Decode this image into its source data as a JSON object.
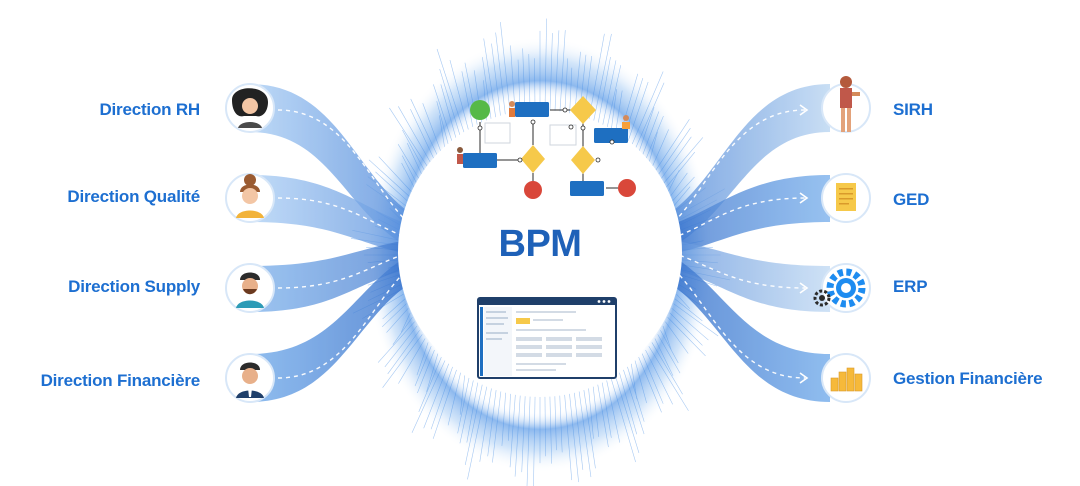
{
  "center": {
    "title": "BPM"
  },
  "sources": [
    {
      "label": "Direction RH",
      "icon": "woman-dark-hair-avatar-icon"
    },
    {
      "label": "Direction Qualité",
      "icon": "woman-bun-avatar-icon"
    },
    {
      "label": "Direction Supply",
      "icon": "man-beard-avatar-icon"
    },
    {
      "label": "Direction Financière",
      "icon": "man-suit-avatar-icon"
    }
  ],
  "targets": [
    {
      "label": "SIRH",
      "icon": "person-presenting-icon"
    },
    {
      "label": "GED",
      "icon": "document-icon"
    },
    {
      "label": "ERP",
      "icon": "gears-icon"
    },
    {
      "label": "Gestion Financière",
      "icon": "coins-stack-icon"
    }
  ],
  "colors": {
    "label": "#1d6fd1",
    "title": "#1e61b8",
    "flow_dark": "#1c5bc0",
    "flow_mid": "#3d8ae0",
    "flow_light": "#8fbdef",
    "node_green": "#56b947",
    "node_red": "#d9473a",
    "node_yellow": "#f6c94a",
    "node_blue": "#1e6fc1"
  }
}
